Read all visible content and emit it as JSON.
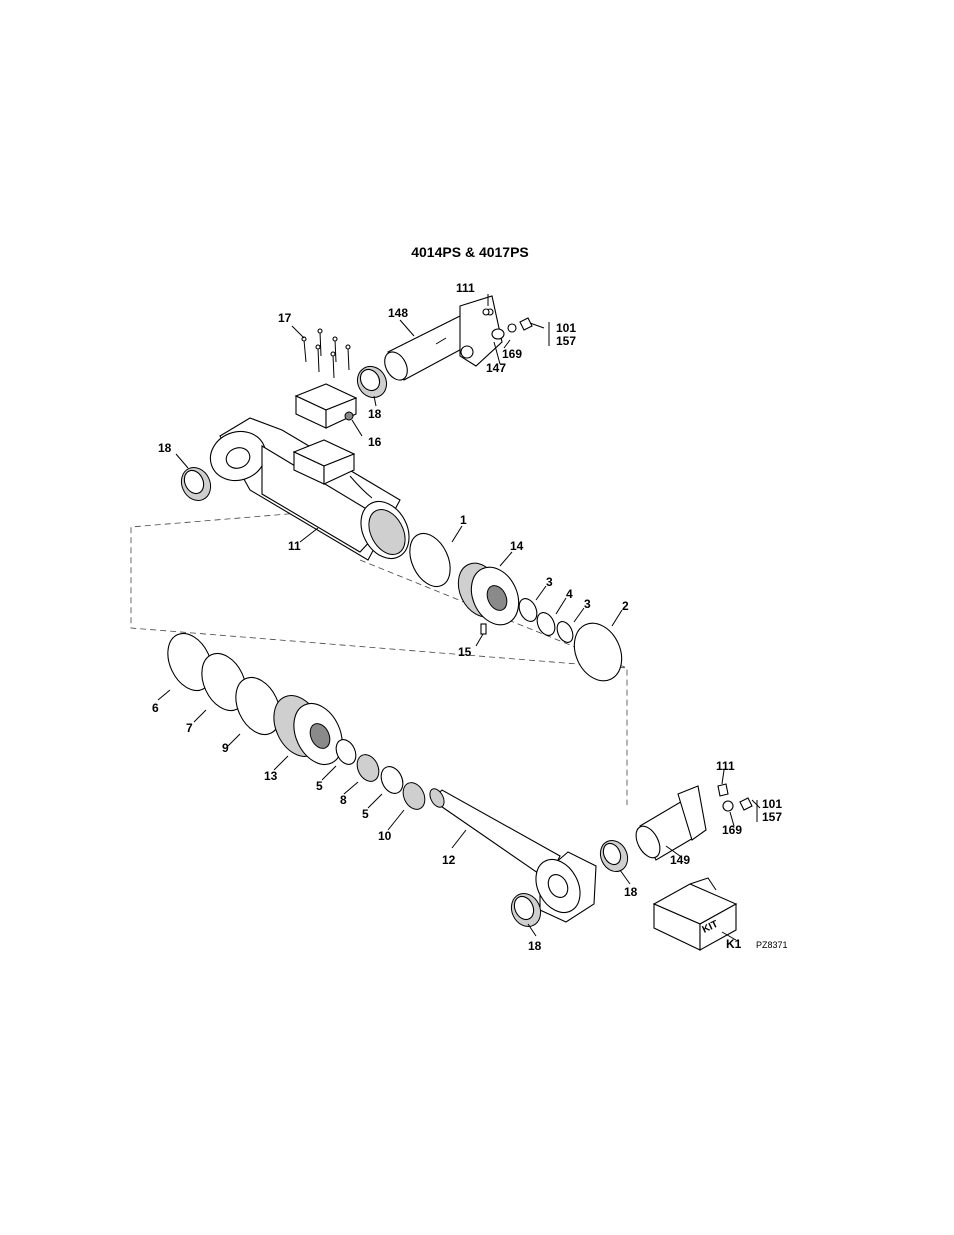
{
  "title": "4014PS & 4017PS",
  "drawing_code": "PZ8371",
  "kit_box_text": "KIT",
  "callouts": {
    "p111a": "111",
    "p148": "148",
    "p17": "17",
    "p101a": "101",
    "p157a": "157",
    "p169a": "169",
    "p147": "147",
    "p18a": "18",
    "p16": "16",
    "p18b": "18",
    "p11": "11",
    "p1": "1",
    "p14": "14",
    "p3a": "3",
    "p4": "4",
    "p3b": "3",
    "p2": "2",
    "p15": "15",
    "p6": "6",
    "p7": "7",
    "p9": "9",
    "p13": "13",
    "p5a": "5",
    "p8": "8",
    "p5b": "5",
    "p10": "10",
    "p12": "12",
    "p111b": "111",
    "p101b": "101",
    "p157b": "157",
    "p169b": "169",
    "p149": "149",
    "p18c": "18",
    "p18d": "18",
    "pK1": "K1"
  }
}
